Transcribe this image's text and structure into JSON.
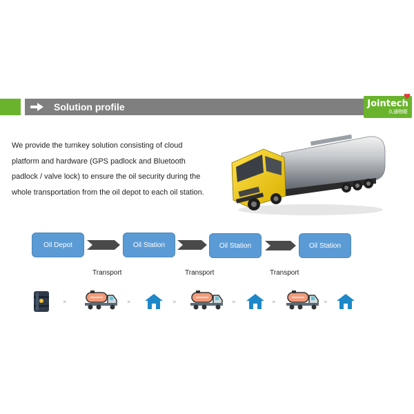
{
  "header": {
    "title": "Solution profile",
    "accent": "#6ab42d",
    "bar_color": "#7f7f7f"
  },
  "logo": {
    "name": "Jointech",
    "subtitle": "久通物联"
  },
  "intro": {
    "text": "We provide the turnkey solution consisting of cloud platform and hardware (GPS padlock and Bluetooth padlock / valve lock) to ensure the oil security during the whole transportation from the oil depot to each oil station."
  },
  "flow": {
    "box_color": "#5b9bd5",
    "nodes": [
      {
        "label": "Oil Depot"
      },
      {
        "label": "Oil Station"
      },
      {
        "label": "Oil Station"
      },
      {
        "label": "Oil Station"
      }
    ],
    "transport_labels": [
      "Transport",
      "Transport",
      "Transport"
    ]
  },
  "icons": [
    "oil-barrel-icon",
    "tanker-truck-icon",
    "house-icon",
    "tanker-truck-icon",
    "house-icon",
    "tanker-truck-icon",
    "house-icon"
  ],
  "icon_separator": "»"
}
